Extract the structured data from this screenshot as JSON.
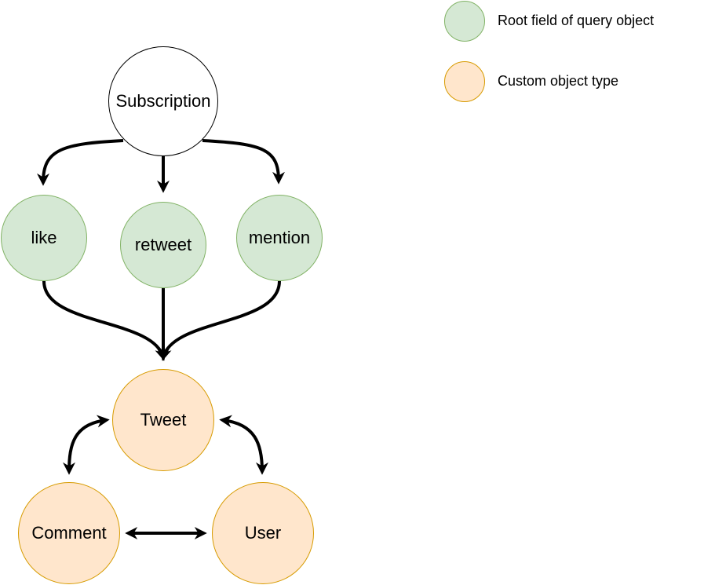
{
  "nodes": {
    "subscription": "Subscription",
    "like": "like",
    "retweet": "retweet",
    "mention": "mention",
    "tweet": "Tweet",
    "comment": "Comment",
    "user": "User"
  },
  "legend": {
    "root_field": {
      "label": "Root field of query object",
      "fill": "#d5e8d4",
      "stroke": "#82b366"
    },
    "custom_type": {
      "label": "Custom object type",
      "fill": "#ffe6cc",
      "stroke": "#d79b00"
    }
  },
  "colors": {
    "root_fill": "#d5e8d4",
    "root_stroke": "#82b366",
    "type_fill": "#ffe6cc",
    "type_stroke": "#d79b00",
    "edge": "#000000"
  },
  "edges": [
    {
      "from": "Subscription",
      "to": "like",
      "direction": "forward"
    },
    {
      "from": "Subscription",
      "to": "retweet",
      "direction": "forward"
    },
    {
      "from": "Subscription",
      "to": "mention",
      "direction": "forward"
    },
    {
      "from": "like",
      "to": "Tweet",
      "direction": "forward"
    },
    {
      "from": "retweet",
      "to": "Tweet",
      "direction": "forward"
    },
    {
      "from": "mention",
      "to": "Tweet",
      "direction": "forward"
    },
    {
      "from": "Tweet",
      "to": "Comment",
      "direction": "both"
    },
    {
      "from": "Tweet",
      "to": "User",
      "direction": "both"
    },
    {
      "from": "Comment",
      "to": "User",
      "direction": "both"
    }
  ]
}
